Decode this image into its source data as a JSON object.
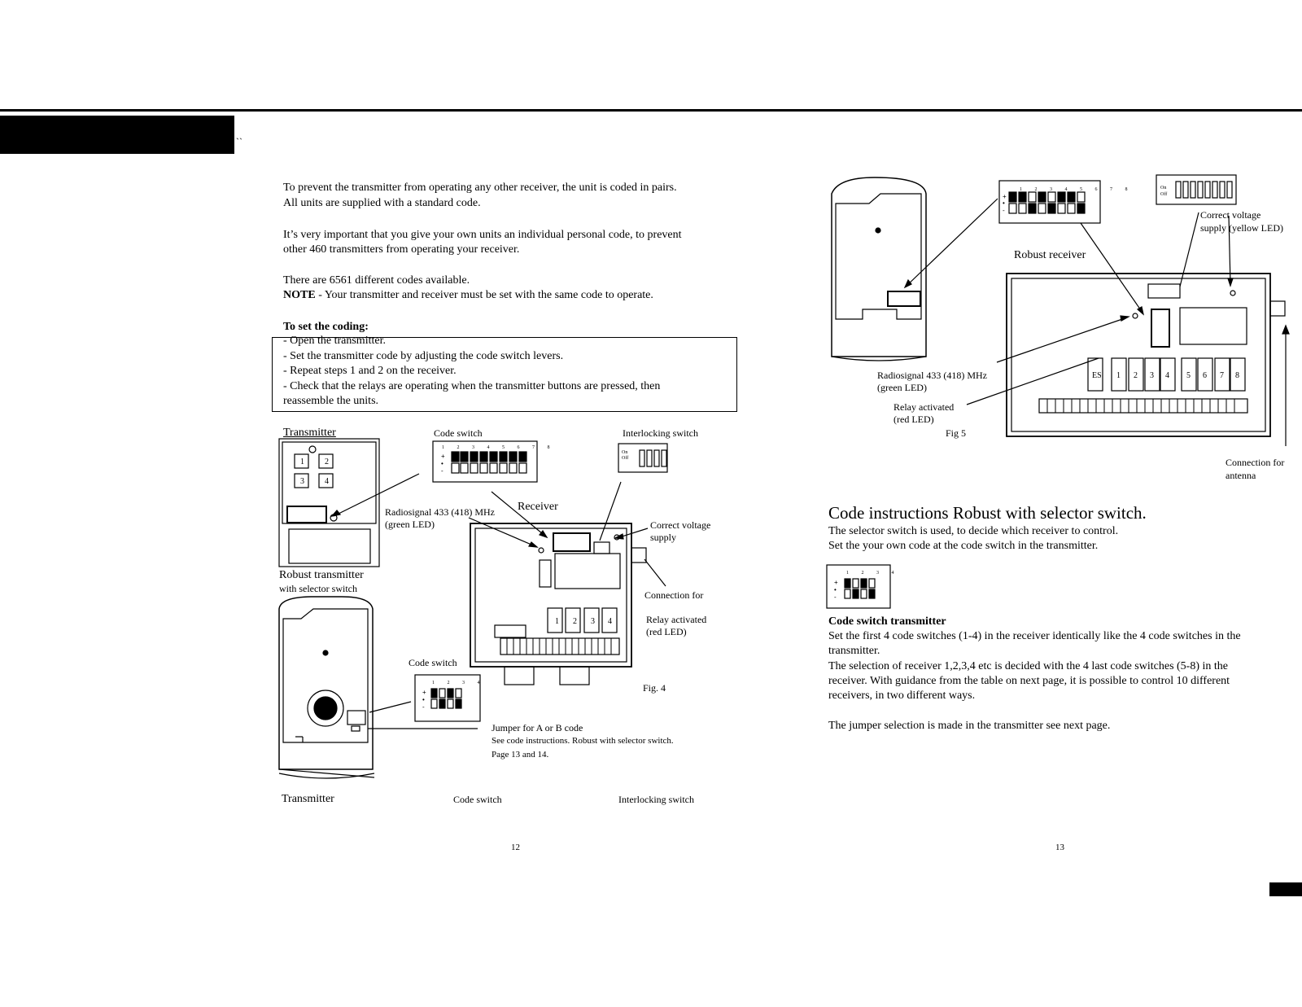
{
  "header": {
    "marks": "ˎˏ"
  },
  "left_page": {
    "intro_1": "To prevent the transmitter from operating any other receiver, the unit is coded in pairs.",
    "intro_2": "All units are supplied with a standard code.",
    "important_1": "It’s very important that you give your own units an individual personal code, to prevent",
    "important_2": "other 460 transmitters from operating your receiver.",
    "codes": "There are 6561 different codes available.",
    "note_label": "NOTE",
    "note_text": " - Your transmitter and receiver must be set with the same code to operate.",
    "coding_title": "To set the coding:",
    "steps": [
      "- Open the transmitter.",
      "- Set the transmitter code by adjusting the code switch levers.",
      "- Repeat steps 1 and 2 on the receiver.",
      "- Check that the relays are operating when the transmitter buttons are pressed,  then",
      "reassemble the units."
    ],
    "labels": {
      "transmitter_top": "Transmitter",
      "code_switch_top": "Code switch",
      "interlocking_top": "Interlocking switch",
      "switch_numbers_8": "1 2 3 4 5 6 7 8",
      "on": "On",
      "off": "Off",
      "radiosignal": "Radiosignal 433 (418) MHz",
      "green_led": "(green LED)",
      "receiver": "Receiver",
      "correct_voltage": "Correct voltage",
      "supply": "supply",
      "robust_transmitter": "Robust transmitter",
      "with_selector": "with selector switch",
      "connection_for": "Connection for",
      "relay_activated": "Relay activated",
      "red_led": "(red LED)",
      "code_switch_mid": "Code switch",
      "switch_numbers_4": "1 2 3 4",
      "fig4": "Fig. 4",
      "jumper": "Jumper for A or B code",
      "see_instructions": "See code instructions.  Robust with selector switch.",
      "pages": "Page 13 and 14.",
      "transmitter_bottom": "Transmitter",
      "code_switch_bottom": "Code switch",
      "interlocking_bottom": "Interlocking switch",
      "relays": [
        "1",
        "2",
        "3",
        "4"
      ],
      "buttons": [
        "1",
        "2",
        "3",
        "4"
      ]
    },
    "page_number": "12"
  },
  "right_page": {
    "labels": {
      "switch_numbers_8": "1 2 3 4 5 6 7 8",
      "on": "On",
      "off": "Off",
      "correct_voltage": "Correct voltage",
      "supply_yellow": "supply (yellow LED)",
      "robust_receiver": "Robust receiver",
      "radiosignal": "Radiosignal 433 (418) MHz",
      "green_led": "(green LED)",
      "relay_activated": "Relay activated",
      "red_led": "(red LED)",
      "fig5": "Fig 5",
      "connection_for": "Connection for",
      "antenna": "antenna",
      "relays": [
        "ES",
        "1",
        "2",
        "3",
        "4",
        "5",
        "6",
        "7",
        "8"
      ],
      "switch_numbers_4": "1 2 3 4"
    },
    "heading": "Code instructions Robust with selector switch.",
    "selector_1": "The selector switch is used, to decide which receiver to control.",
    "selector_2": "Set the your own code at the code switch in the transmitter.",
    "code_switch_title": "Code switch transmitter",
    "para_1a": "Set the first 4 code switches (1-4) in the receiver identically like the 4 code switches in the",
    "para_1b": "transmitter.",
    "para_2a": "The selection of receiver 1,2,3,4 etc is decided with the 4 last code switches (5-8) in the",
    "para_2b": "receiver. With guidance from the table on next page, it is possible to control 10 different",
    "para_2c": "receivers, in two different ways.",
    "jumper_note": "The jumper selection is made in the transmitter see next page.",
    "page_number": "13"
  }
}
